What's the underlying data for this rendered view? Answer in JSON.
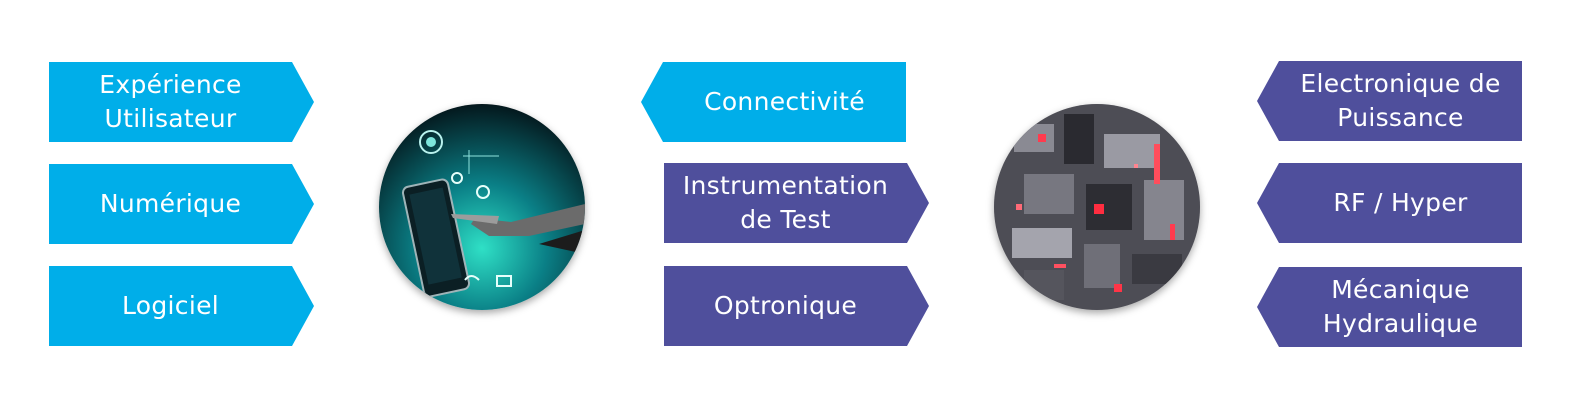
{
  "left_tags": [
    {
      "label": "Expérience\nUtilisateur"
    },
    {
      "label": "Numérique"
    },
    {
      "label": "Logiciel"
    }
  ],
  "middle_tags": [
    {
      "label": "Connectivité"
    },
    {
      "label": "Instrumentation\nde Test"
    },
    {
      "label": "Optronique"
    }
  ],
  "right_tags": [
    {
      "label": "Electronique de\nPuissance"
    },
    {
      "label": "RF / Hyper"
    },
    {
      "label": "Mécanique\nHydraulique"
    }
  ],
  "colors": {
    "blue": "#00aee9",
    "purple": "#4f4f9c"
  },
  "images": {
    "left_circle": "touchscreen-phone-image",
    "right_circle": "circuit-board-image"
  }
}
